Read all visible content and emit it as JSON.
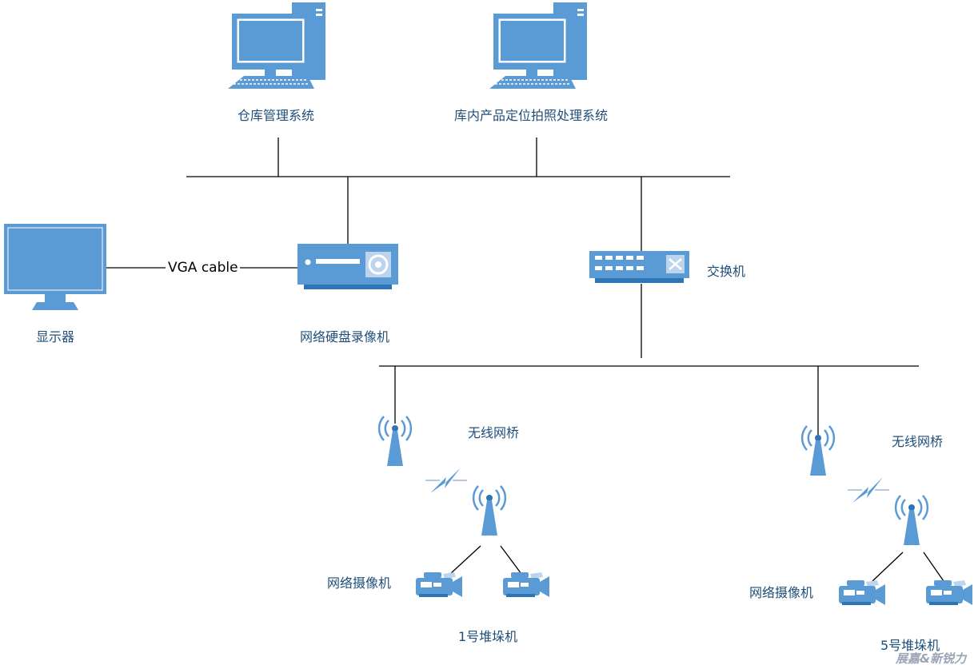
{
  "colors": {
    "device": "#5b9bd5",
    "device_dark": "#2e75b6",
    "line": "#000000",
    "label": "#1f4e79"
  },
  "labels": {
    "warehouse_system": "仓库管理系统",
    "photo_system": "库内产品定位拍照处理系统",
    "vga_cable": "VGA cable",
    "display": "显示器",
    "nvr": "网络硬盘录像机",
    "switch": "交换机",
    "bridge_1": "无线网桥",
    "bridge_2": "无线网桥",
    "camera_1": "网络摄像机",
    "camera_2": "网络摄像机",
    "stacker_1": "1号堆垛机",
    "stacker_5": "5号堆垛机"
  },
  "watermark": "展嘉&新锐力",
  "icons": {
    "computer": "desktop-computer-icon",
    "monitor": "monitor-icon",
    "nvr": "network-video-recorder-icon",
    "switch": "network-switch-icon",
    "antenna": "wireless-antenna-icon",
    "lightning": "wireless-link-icon",
    "camera": "video-camera-icon"
  }
}
